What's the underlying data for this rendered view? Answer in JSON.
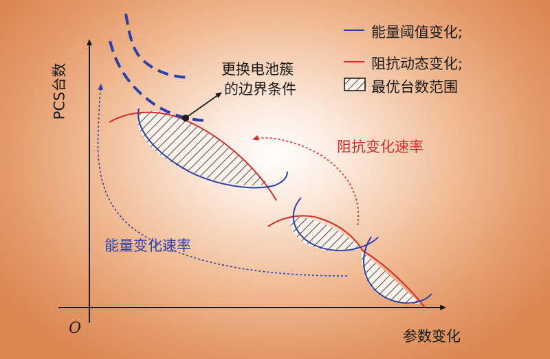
{
  "axes": {
    "y_label": "PCS台数",
    "x_label": "参数变化",
    "origin": "O"
  },
  "legend": {
    "items": [
      {
        "label": "能量阈值变化;",
        "kind": "line",
        "color": "#2b3fa8"
      },
      {
        "label": "阻抗动态变化;",
        "kind": "line",
        "color": "#d42a2a"
      },
      {
        "label": "最优台数范围",
        "kind": "hatch",
        "color": "#1a1a1a"
      }
    ]
  },
  "annotations": {
    "boundary": [
      "更换电池簇",
      "的边界条件"
    ],
    "impedance_rate": "阻抗变化速率",
    "energy_rate": "能量变化速率"
  },
  "colors": {
    "energy": "#2b3fa8",
    "impedance": "#d42a2a",
    "axis": "#1a1a1a"
  }
}
